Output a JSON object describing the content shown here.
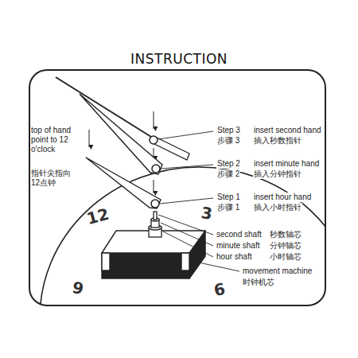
{
  "diagram": {
    "title": "INSTRUCTION",
    "labels": [
      "top of hand point to 12 o'clock",
      "指针尖指向 12点钟",
      "Step 3",
      "insert second hand",
      "步骤 3",
      "插入秒数指针",
      "Step 2",
      "insert minute hand",
      "步骤 2",
      "插入分钟指针",
      "Step 1",
      "insert hour hand",
      "步骤 1",
      "插入小时指针",
      "second shaft",
      "秒数轴芯",
      "minute shaft",
      "分钟轴芯",
      "hour shaft",
      "小时轴芯",
      "movement machine",
      "时钟机芯",
      "12",
      "3",
      "9",
      "6"
    ]
  }
}
